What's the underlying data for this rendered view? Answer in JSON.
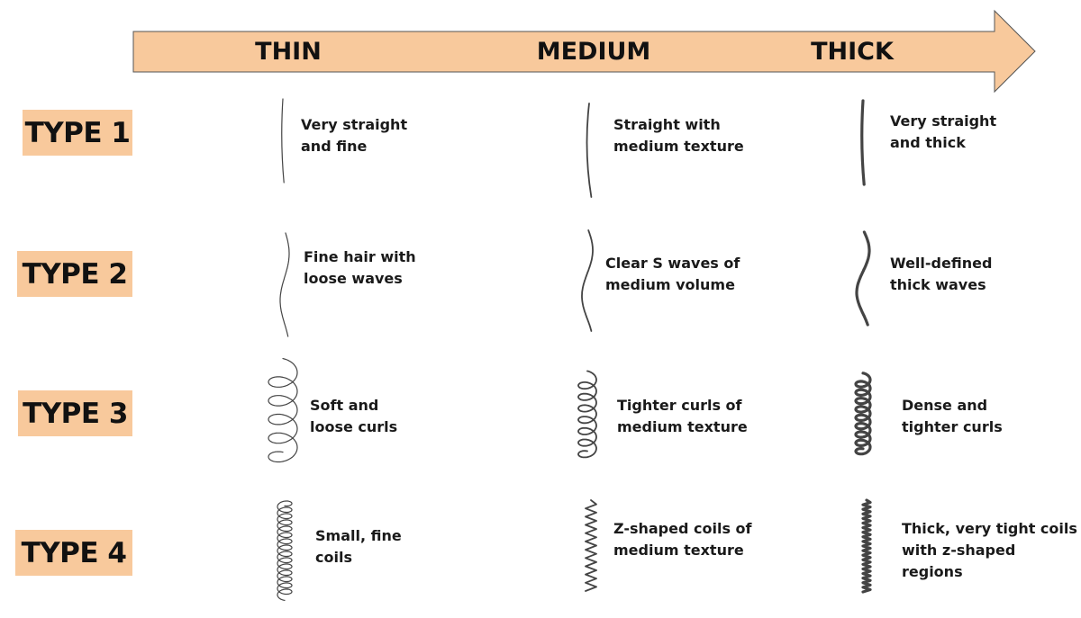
{
  "colors": {
    "accent": "#f8c99c",
    "stroke": "#444444",
    "text": "#111111"
  },
  "columns": [
    "THIN",
    "MEDIUM",
    "THICK"
  ],
  "rows": [
    {
      "type": "TYPE 1",
      "pattern": "straight",
      "cells": [
        {
          "icon": "straight-thin-hair-icon",
          "desc": "Very straight\nand fine"
        },
        {
          "icon": "straight-medium-hair-icon",
          "desc": "Straight with\nmedium texture"
        },
        {
          "icon": "straight-thick-hair-icon",
          "desc": "Very straight\nand thick"
        }
      ]
    },
    {
      "type": "TYPE 2",
      "pattern": "wavy",
      "cells": [
        {
          "icon": "wavy-thin-hair-icon",
          "desc": "Fine hair with\nloose waves"
        },
        {
          "icon": "wavy-medium-hair-icon",
          "desc": "Clear S waves of\nmedium volume"
        },
        {
          "icon": "wavy-thick-hair-icon",
          "desc": "Well-defined\nthick waves"
        }
      ]
    },
    {
      "type": "TYPE 3",
      "pattern": "curly",
      "cells": [
        {
          "icon": "curly-thin-hair-icon",
          "desc": "Soft and\nloose curls"
        },
        {
          "icon": "curly-medium-hair-icon",
          "desc": "Tighter curls of\nmedium texture"
        },
        {
          "icon": "curly-thick-hair-icon",
          "desc": "Dense and\ntighter curls"
        }
      ]
    },
    {
      "type": "TYPE 4",
      "pattern": "coily",
      "cells": [
        {
          "icon": "coily-thin-hair-icon",
          "desc": "Small, fine\ncoils"
        },
        {
          "icon": "coily-medium-hair-icon",
          "desc": "Z-shaped coils of\nmedium texture"
        },
        {
          "icon": "coily-thick-hair-icon",
          "desc": "Thick, very tight coils\nwith z-shaped regions"
        }
      ]
    }
  ]
}
